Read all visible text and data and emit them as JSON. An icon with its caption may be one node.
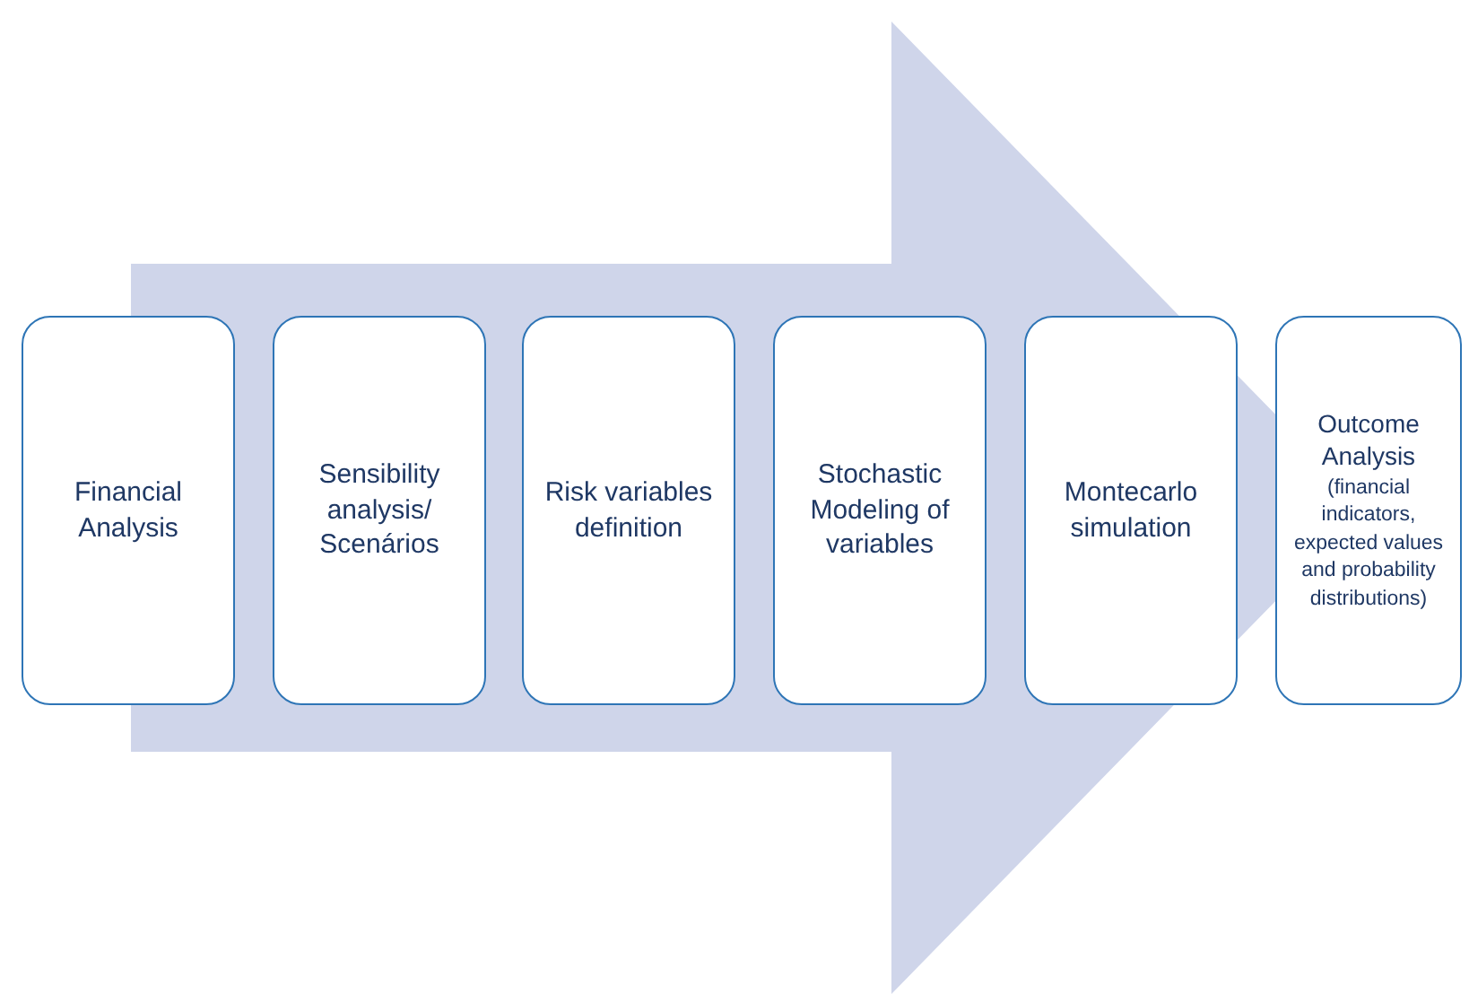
{
  "diagram": {
    "nodes": [
      {
        "text": [
          "Financial Analysis"
        ]
      },
      {
        "text": [
          "Sensibility analysis/ Scenários"
        ]
      },
      {
        "text": [
          "Risk variables definition"
        ]
      },
      {
        "text": [
          "Stochastic Modeling of variables"
        ]
      },
      {
        "text": [
          "Montecarlo simulation"
        ]
      },
      {
        "text": [
          "Outcome Analysis",
          "(financial indicators, expected values and probability distributions)"
        ]
      }
    ],
    "edges": [
      {
        "from": 0,
        "to": 5,
        "arrow": "to",
        "style": "thick"
      }
    ]
  }
}
